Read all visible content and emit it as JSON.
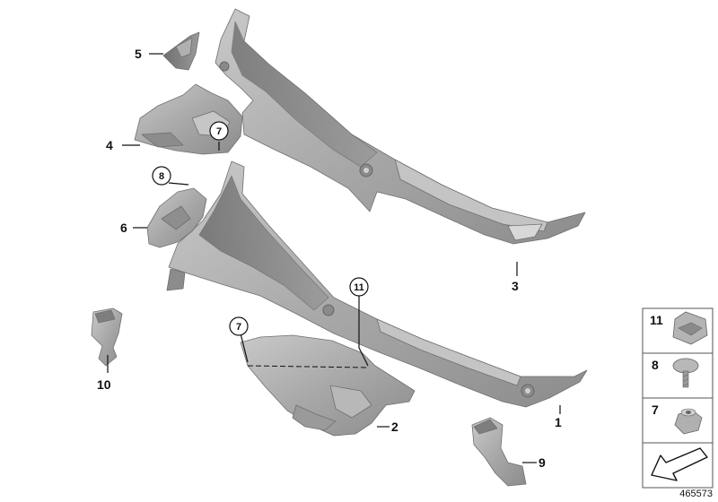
{
  "diagram_id": "465573",
  "callouts": [
    {
      "label": "1"
    },
    {
      "label": "2"
    },
    {
      "label": "3"
    },
    {
      "label": "4"
    },
    {
      "label": "5"
    },
    {
      "label": "6"
    },
    {
      "label": "7"
    },
    {
      "label": "8"
    },
    {
      "label": "9"
    },
    {
      "label": "10"
    },
    {
      "label": "11"
    }
  ],
  "circled_callouts": {
    "a": "7",
    "b": "8",
    "c": "11",
    "d": "7"
  },
  "legend": [
    {
      "label": "11",
      "icon": "spring-nut-icon"
    },
    {
      "label": "8",
      "icon": "expanding-rivet-icon"
    },
    {
      "label": "7",
      "icon": "hex-nut-icon"
    },
    {
      "label": "",
      "icon": "arrow-icon"
    }
  ],
  "colors": {
    "part_fill": "#a9a9a9",
    "part_dark": "#7d7d7d",
    "part_light": "#cdcdcd",
    "line": "#111111"
  }
}
